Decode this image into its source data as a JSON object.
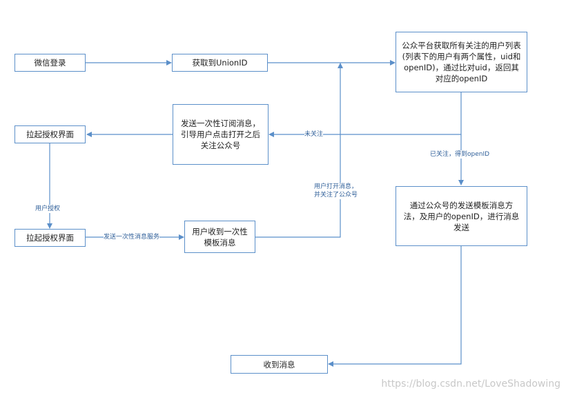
{
  "nodes": {
    "wechat_login": "微信登录",
    "get_unionid": "获取到UnionID",
    "platform_get_users": "公众平台获取所有关注的用户列表(列表下的用户有两个属性，uid和openID)，通过比对uid，返回其对应的openID",
    "pull_auth_1": "拉起授权界面",
    "send_subscribe_msg": "发送一次性订阅消息，引导用户点击打开之后关注公众号",
    "send_template_msg": "通过公众号的发送模板消息方法，及用户的openID，进行消息发送",
    "pull_auth_2": "拉起授权界面",
    "user_receive_template": "用户收到一次性模板消息",
    "receive_message": "收到消息"
  },
  "edges": {
    "not_followed": "未关注",
    "followed_get_openid": "已关注，得到openID",
    "user_authorized": "用户授权",
    "send_subscribe_service": "发送一次性消息服务",
    "user_open_follow": "用户打开消息，\n并关注了公众号"
  },
  "watermark": "https://blog.csdn.net/LoveShadowing",
  "colors": {
    "line": "#5b8fc9",
    "border": "#5b8fc9",
    "label": "#2f5f99"
  }
}
